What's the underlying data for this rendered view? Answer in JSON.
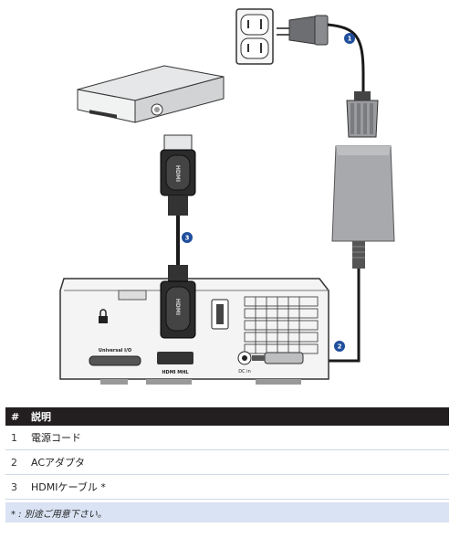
{
  "figure": {
    "callouts": [
      "1",
      "2",
      "3"
    ],
    "port_labels": {
      "universal_io": "Universal I/O",
      "hdmi": "HDMI MHL",
      "dc_in": "DC in"
    }
  },
  "table": {
    "header": {
      "num": "#",
      "label": "説明"
    },
    "rows": [
      {
        "num": "1",
        "label": "電源コード"
      },
      {
        "num": "2",
        "label": "ACアダプタ"
      },
      {
        "num": "3",
        "label": "HDMIケーブル *"
      }
    ],
    "note": "* : 別途ご用意下さい。"
  }
}
